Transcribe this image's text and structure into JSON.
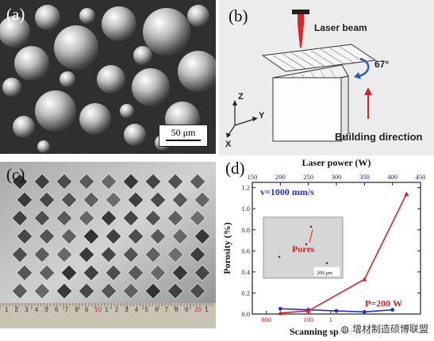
{
  "panels": {
    "a": {
      "label": "(a)",
      "scale_bar": "50 μm"
    },
    "b": {
      "label": "(b)",
      "laser_beam": "Laser beam",
      "angle": "67°",
      "axis_z": "Z",
      "axis_y": "Y",
      "axis_x": "X",
      "building_direction": "Building direction"
    },
    "c": {
      "label": "(c)",
      "ruler_numbers": [
        "1",
        "2",
        "3",
        "4",
        "5",
        "6",
        "7",
        "8",
        "9",
        "10",
        "1",
        "2",
        "3",
        "4",
        "5",
        "6",
        "7",
        "8",
        "9",
        "20",
        "1"
      ]
    },
    "d": {
      "label": "(d)"
    }
  },
  "chart_data": {
    "type": "line",
    "top_axis_label": "Laser power (W)",
    "top_ticks": [
      150,
      200,
      250,
      300,
      350,
      400,
      450
    ],
    "xlabel": "Scanning speed (mm/s)",
    "x_ticks_visible": [
      "800",
      "100",
      "1"
    ],
    "ylabel": "Porosity (%)",
    "y_ticks": [
      "0.0",
      "0.2",
      "0.4",
      "0.6",
      "0.8",
      "1.0",
      "1.2"
    ],
    "ylim": [
      0,
      1.25
    ],
    "top_lim": [
      150,
      450
    ],
    "series": [
      {
        "name": "v=1000 mm/s",
        "color": "#2233cc",
        "marker": "circle",
        "x": [
          200,
          250,
          300,
          350,
          400
        ],
        "y": [
          0.05,
          0.04,
          0.03,
          0.02,
          0.04
        ]
      },
      {
        "name": "P=200 W",
        "color": "#e02020",
        "marker": "triangle",
        "x": [
          200,
          250,
          350,
          425
        ],
        "y": [
          0.01,
          0.03,
          0.33,
          1.14
        ]
      }
    ],
    "inset": {
      "label": "Pores",
      "scale": "200 μm"
    }
  },
  "watermark": "增材制造硕博联盟",
  "colors": {
    "laser": "#d9262c",
    "arrow_red": "#d9262c",
    "arrow_blue": "#2d5fb0"
  }
}
